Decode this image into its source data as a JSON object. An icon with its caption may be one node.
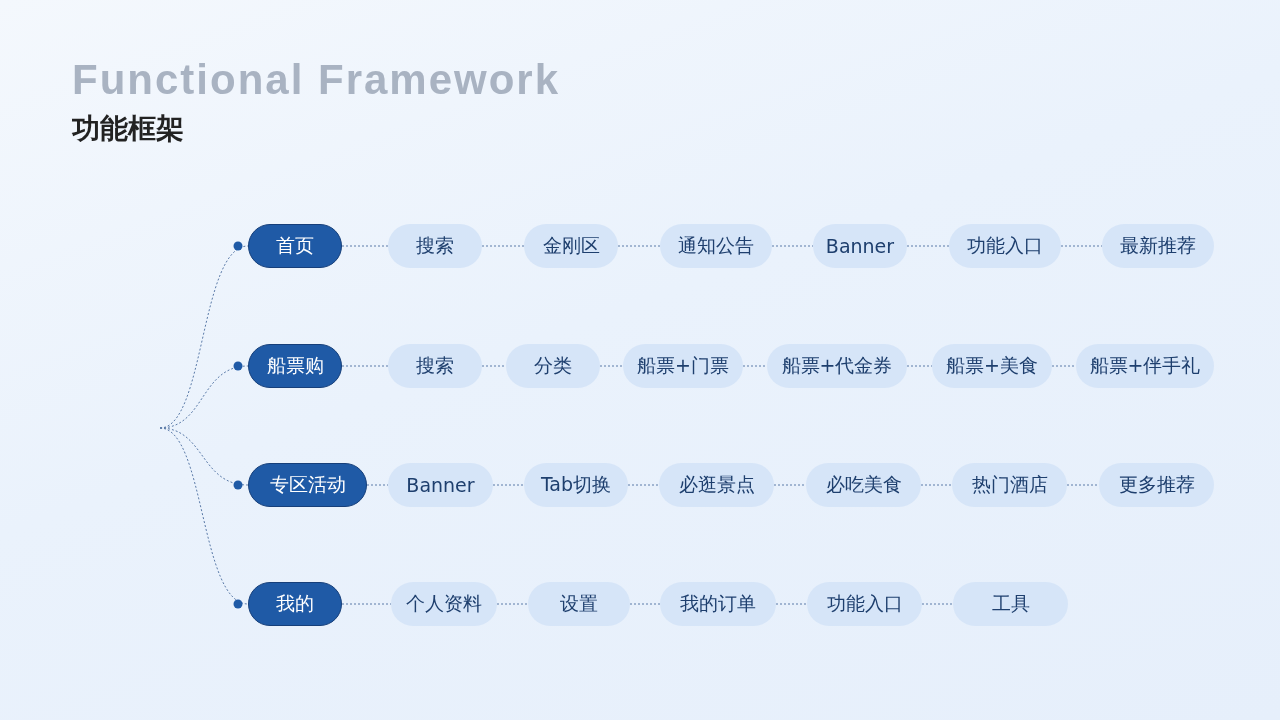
{
  "diagram": {
    "title": "功能框架",
    "nodes": [
      {
        "text": [
          "首页"
        ]
      },
      {
        "text": [
          "搜索"
        ]
      },
      {
        "text": [
          "金刚区"
        ]
      },
      {
        "text": [
          "通知公告"
        ]
      },
      {
        "text": [
          "Banner"
        ]
      },
      {
        "text": [
          "功能入口"
        ]
      },
      {
        "text": [
          "最新推荐"
        ]
      },
      {
        "text": [
          "船票购"
        ]
      },
      {
        "text": [
          "搜索"
        ]
      },
      {
        "text": [
          "分类"
        ]
      },
      {
        "text": [
          "船票+门票"
        ]
      },
      {
        "text": [
          "船票+代金券"
        ]
      },
      {
        "text": [
          "船票+美食"
        ]
      },
      {
        "text": [
          "船票+伴手礼"
        ]
      },
      {
        "text": [
          "专区活动"
        ]
      },
      {
        "text": [
          "Banner"
        ]
      },
      {
        "text": [
          "Tab切换"
        ]
      },
      {
        "text": [
          "必逛景点"
        ]
      },
      {
        "text": [
          "必吃美食"
        ]
      },
      {
        "text": [
          "热门酒店"
        ]
      },
      {
        "text": [
          "更多推荐"
        ]
      },
      {
        "text": [
          "我的"
        ]
      },
      {
        "text": [
          "个人资料"
        ]
      },
      {
        "text": [
          "设置"
        ]
      },
      {
        "text": [
          "我的订单"
        ]
      },
      {
        "text": [
          "功能入口"
        ]
      },
      {
        "text": [
          "工具"
        ]
      }
    ],
    "edges": [
      {
        "from": null,
        "to": 0,
        "arrow": "other"
      },
      {
        "from": null,
        "to": 7,
        "arrow": "other"
      },
      {
        "from": null,
        "to": 14,
        "arrow": "other"
      },
      {
        "from": null,
        "to": 21,
        "arrow": "other"
      },
      {
        "from": 0,
        "to": 1,
        "arrow": "none"
      },
      {
        "from": 1,
        "to": 2,
        "arrow": "none"
      },
      {
        "from": 2,
        "to": 3,
        "arrow": "none"
      },
      {
        "from": 3,
        "to": 4,
        "arrow": "none"
      },
      {
        "from": 4,
        "to": 5,
        "arrow": "none"
      },
      {
        "from": 5,
        "to": 6,
        "arrow": "none"
      },
      {
        "from": 7,
        "to": 8,
        "arrow": "none"
      },
      {
        "from": 8,
        "to": 9,
        "arrow": "none"
      },
      {
        "from": 9,
        "to": 10,
        "arrow": "none"
      },
      {
        "from": 10,
        "to": 11,
        "arrow": "none"
      },
      {
        "from": 11,
        "to": 12,
        "arrow": "none"
      },
      {
        "from": 12,
        "to": 13,
        "arrow": "none"
      },
      {
        "from": 14,
        "to": 15,
        "arrow": "none"
      },
      {
        "from": 15,
        "to": 16,
        "arrow": "none"
      },
      {
        "from": 16,
        "to": 17,
        "arrow": "none"
      },
      {
        "from": 17,
        "to": 18,
        "arrow": "none"
      },
      {
        "from": 18,
        "to": 19,
        "arrow": "none"
      },
      {
        "from": 19,
        "to": 20,
        "arrow": "none"
      },
      {
        "from": 21,
        "to": 22,
        "arrow": "none"
      },
      {
        "from": 22,
        "to": 23,
        "arrow": "none"
      },
      {
        "from": 23,
        "to": 24,
        "arrow": "none"
      },
      {
        "from": 24,
        "to": 25,
        "arrow": "none"
      },
      {
        "from": 25,
        "to": 26,
        "arrow": "none"
      }
    ],
    "labels": [
      "Functional Framework"
    ]
  }
}
